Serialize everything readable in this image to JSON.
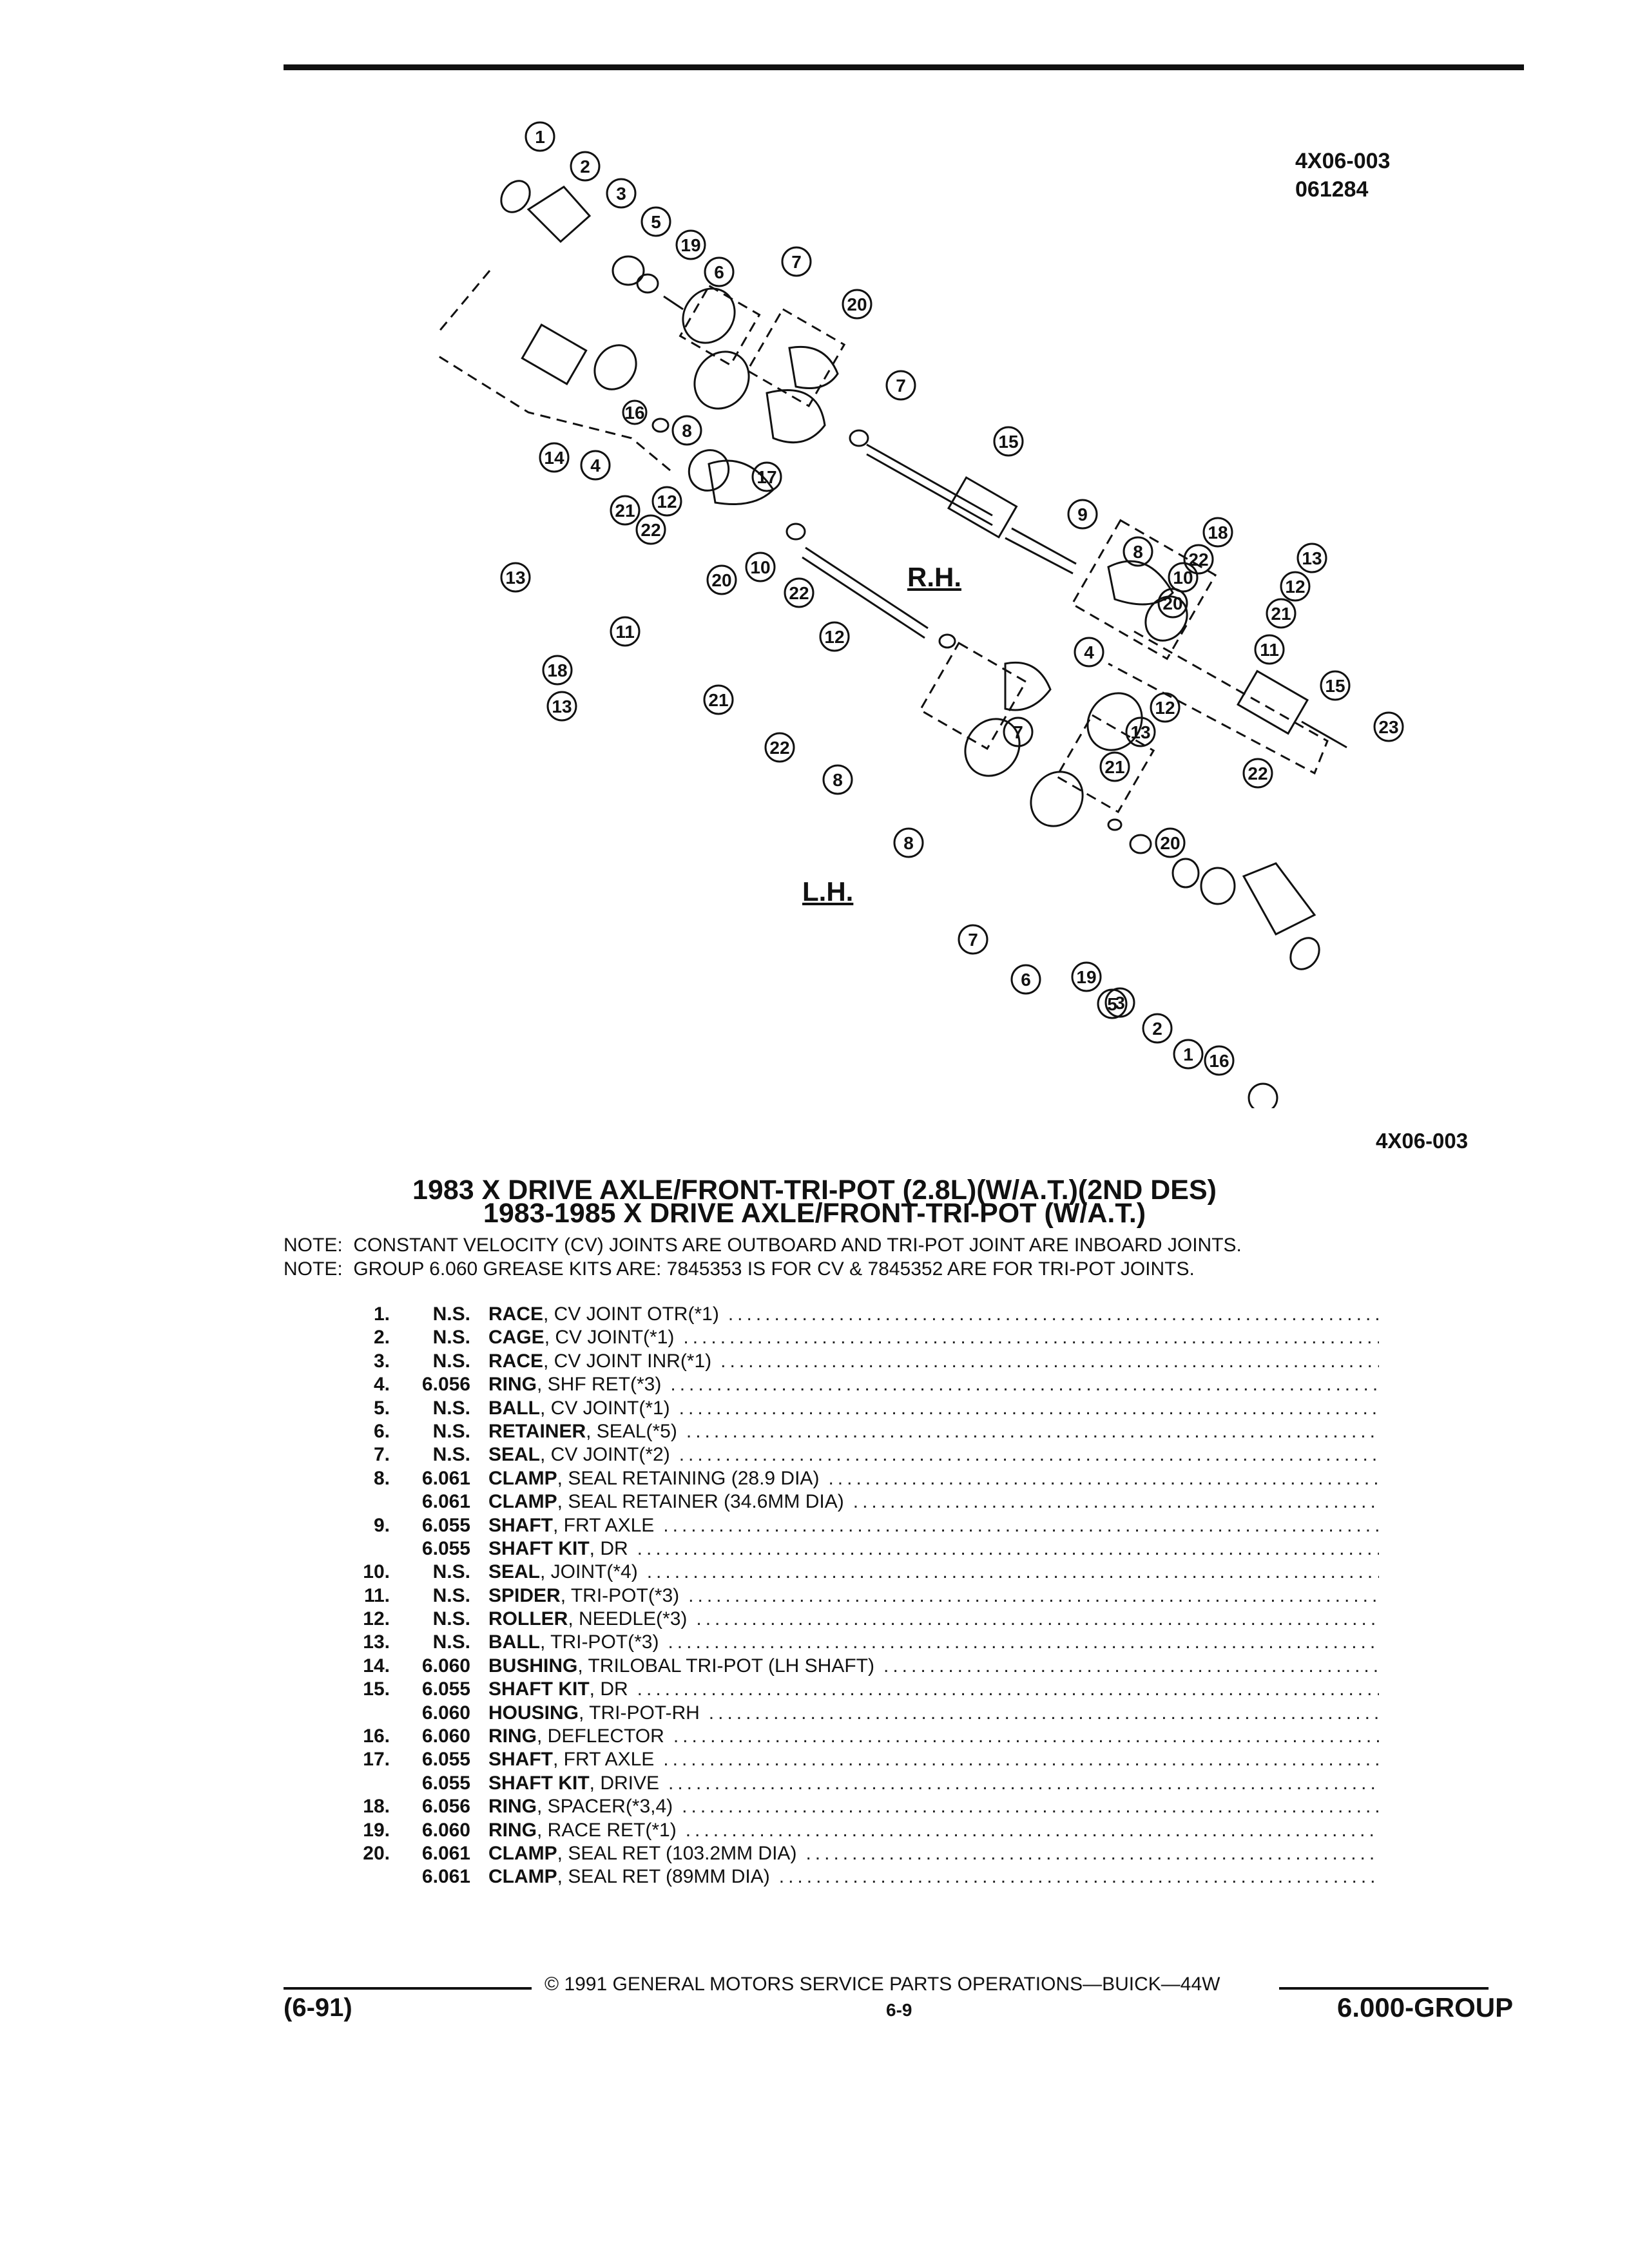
{
  "figure": {
    "code_top": [
      "4X06-003",
      "061284"
    ],
    "code_bottom": "4X06-003",
    "label_rh": "R.H.",
    "label_lh": "L.H.",
    "callouts": [
      "16",
      "1",
      "2",
      "3",
      "5",
      "19",
      "6",
      "7",
      "20",
      "8",
      "7",
      "17",
      "15",
      "14",
      "4",
      "21",
      "12",
      "22",
      "13",
      "11",
      "18",
      "20",
      "10",
      "22",
      "12",
      "13",
      "21",
      "22",
      "8",
      "9",
      "8",
      "10",
      "20",
      "18",
      "22",
      "13",
      "12",
      "21",
      "11",
      "4",
      "12",
      "13",
      "21",
      "15",
      "23",
      "22",
      "7",
      "20",
      "8",
      "7",
      "6",
      "19",
      "5",
      "3",
      "2",
      "1",
      "16"
    ]
  },
  "title": {
    "line1": "1983 X DRIVE AXLE/FRONT-TRI-POT (2.8L)(W/A.T.)(2ND DES)",
    "line2": "1983-1985 X DRIVE AXLE/FRONT-TRI-POT (W/A.T.)"
  },
  "notes": [
    "NOTE:  CONSTANT VELOCITY (CV) JOINTS ARE OUTBOARD AND TRI-POT JOINT ARE INBOARD JOINTS.",
    "NOTE:  GROUP 6.060 GREASE KITS ARE: 7845353 IS FOR CV & 7845352 ARE FOR TRI-POT JOINTS."
  ],
  "parts": [
    {
      "no": "1.",
      "group": "N.S.",
      "name": "RACE",
      "desc": ", CV JOINT OTR(*1)"
    },
    {
      "no": "2.",
      "group": "N.S.",
      "name": "CAGE",
      "desc": ", CV JOINT(*1)"
    },
    {
      "no": "3.",
      "group": "N.S.",
      "name": "RACE",
      "desc": ", CV JOINT INR(*1)"
    },
    {
      "no": "4.",
      "group": "6.056",
      "name": "RING",
      "desc": ", SHF RET(*3)"
    },
    {
      "no": "5.",
      "group": "N.S.",
      "name": "BALL",
      "desc": ", CV JOINT(*1)"
    },
    {
      "no": "6.",
      "group": "N.S.",
      "name": "RETAINER",
      "desc": ", SEAL(*5)"
    },
    {
      "no": "7.",
      "group": "N.S.",
      "name": "SEAL",
      "desc": ", CV JOINT(*2)"
    },
    {
      "no": "8.",
      "group": "6.061",
      "name": "CLAMP",
      "desc": ", SEAL RETAINING (28.9 DIA)"
    },
    {
      "no": "",
      "group": "6.061",
      "name": "CLAMP",
      "desc": ", SEAL RETAINER (34.6MM DIA)"
    },
    {
      "no": "9.",
      "group": "6.055",
      "name": "SHAFT",
      "desc": ", FRT AXLE"
    },
    {
      "no": "",
      "group": "6.055",
      "name": "SHAFT KIT",
      "desc": ", DR"
    },
    {
      "no": "10.",
      "group": "N.S.",
      "name": "SEAL",
      "desc": ", JOINT(*4)"
    },
    {
      "no": "11.",
      "group": "N.S.",
      "name": "SPIDER",
      "desc": ", TRI-POT(*3)"
    },
    {
      "no": "12.",
      "group": "N.S.",
      "name": "ROLLER",
      "desc": ", NEEDLE(*3)"
    },
    {
      "no": "13.",
      "group": "N.S.",
      "name": "BALL",
      "desc": ", TRI-POT(*3)"
    },
    {
      "no": "14.",
      "group": "6.060",
      "name": "BUSHING",
      "desc": ", TRILOBAL TRI-POT (LH SHAFT)"
    },
    {
      "no": "15.",
      "group": "6.055",
      "name": "SHAFT KIT",
      "desc": ", DR"
    },
    {
      "no": "",
      "group": "6.060",
      "name": "HOUSING",
      "desc": ", TRI-POT-RH"
    },
    {
      "no": "16.",
      "group": "6.060",
      "name": "RING",
      "desc": ", DEFLECTOR"
    },
    {
      "no": "17.",
      "group": "6.055",
      "name": "SHAFT",
      "desc": ", FRT AXLE"
    },
    {
      "no": "",
      "group": "6.055",
      "name": "SHAFT KIT",
      "desc": ", DRIVE"
    },
    {
      "no": "18.",
      "group": "6.056",
      "name": "RING",
      "desc": ", SPACER(*3,4)"
    },
    {
      "no": "19.",
      "group": "6.060",
      "name": "RING",
      "desc": ", RACE RET(*1)"
    },
    {
      "no": "20.",
      "group": "6.061",
      "name": "CLAMP",
      "desc": ", SEAL RET (103.2MM DIA)"
    },
    {
      "no": "",
      "group": "6.061",
      "name": "CLAMP",
      "desc": ", SEAL RET (89MM DIA)"
    }
  ],
  "footer": {
    "copyright": "©  1991  GENERAL MOTORS SERVICE PARTS OPERATIONS—BUICK—44W",
    "left": "(6-91)",
    "center": "6-9",
    "right": "6.000-GROUP"
  }
}
